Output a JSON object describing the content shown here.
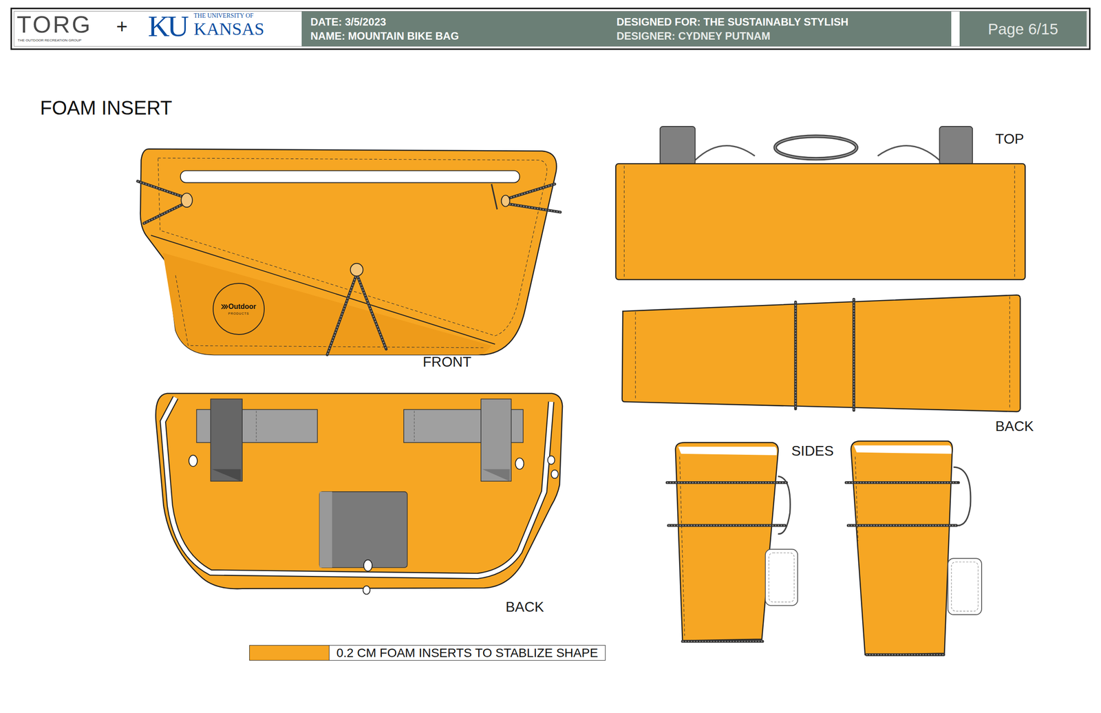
{
  "diagram": {
    "title": "FOAM INSERT",
    "nodes": [
      {
        "text": [
          "DATE: 3/5/2023",
          "NAME: MOUNTAIN BIKE BAG"
        ]
      },
      {
        "text": [
          "DESIGNED FOR: THE SUSTAINABLY STYLISH",
          "DESIGNER: CYDNEY PUTNAM"
        ]
      },
      {
        "text": [
          "Page 6/15"
        ]
      },
      {
        "text": [
          "Outdoor",
          "PRODUCTS"
        ]
      }
    ],
    "labels": [
      "TORG",
      "THE OUTDOOR RECREATION GROUP",
      "+",
      "KU",
      "THE UNIVERSITY OF",
      "KANSAS",
      "TOP",
      "FRONT",
      "BACK",
      "SIDES",
      "BACK"
    ],
    "legend": [
      {
        "text": "0.2 CM FOAM INSERTS TO STABLIZE SHAPE",
        "color": "#f6a623"
      }
    ]
  }
}
